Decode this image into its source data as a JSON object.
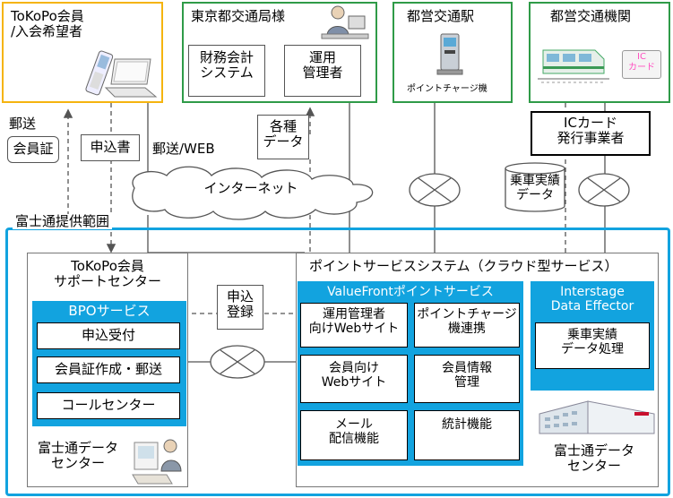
{
  "top": {
    "member": "ToKoPo会員\n/入会希望者",
    "tokyo": "東京都交通局様",
    "finance": "財務会計\nシステム",
    "operator": "運用\n管理者",
    "station": "都営交通駅",
    "charge_machine": "ポイントチャージ機",
    "transit": "都営交通機関",
    "ic_card": "IC\nカード",
    "ic_issuer": "ICカード\n発行事業者"
  },
  "links": {
    "mail": "郵送",
    "member_card": "会員証",
    "application_form": "申込書",
    "mail_web": "郵送/WEB",
    "various_data": "各種\nデータ",
    "internet": "インターネット",
    "ride_data": "乗車実績\nデータ",
    "application_reg": "申込\n登録"
  },
  "scope": {
    "label": "富士通提供範囲"
  },
  "support": {
    "title": "ToKoPo会員\nサポートセンター",
    "bpo": "BPOサービス",
    "items": [
      "申込受付",
      "会員証作成・郵送",
      "コールセンター"
    ],
    "dc": "富士通データ\nセンター"
  },
  "service": {
    "title": "ポイントサービスシステム（クラウド型サービス）",
    "vf": "ValueFrontポイントサービス",
    "vf_items": [
      "運用管理者\n向けWebサイト",
      "ポイントチャージ\n機連携",
      "会員向け\nWebサイト",
      "会員情報\n管理",
      "メール\n配信機能",
      "統計機能"
    ],
    "ide": "Interstage\nData Effector",
    "ide_item": "乗車実績\nデータ処理",
    "dc": "富士通データ\nセンター"
  },
  "colors": {
    "yellow": "#f5b40f",
    "green": "#2f9b48",
    "blue": "#12a3df",
    "ic_pink": "#ff4fc1"
  }
}
